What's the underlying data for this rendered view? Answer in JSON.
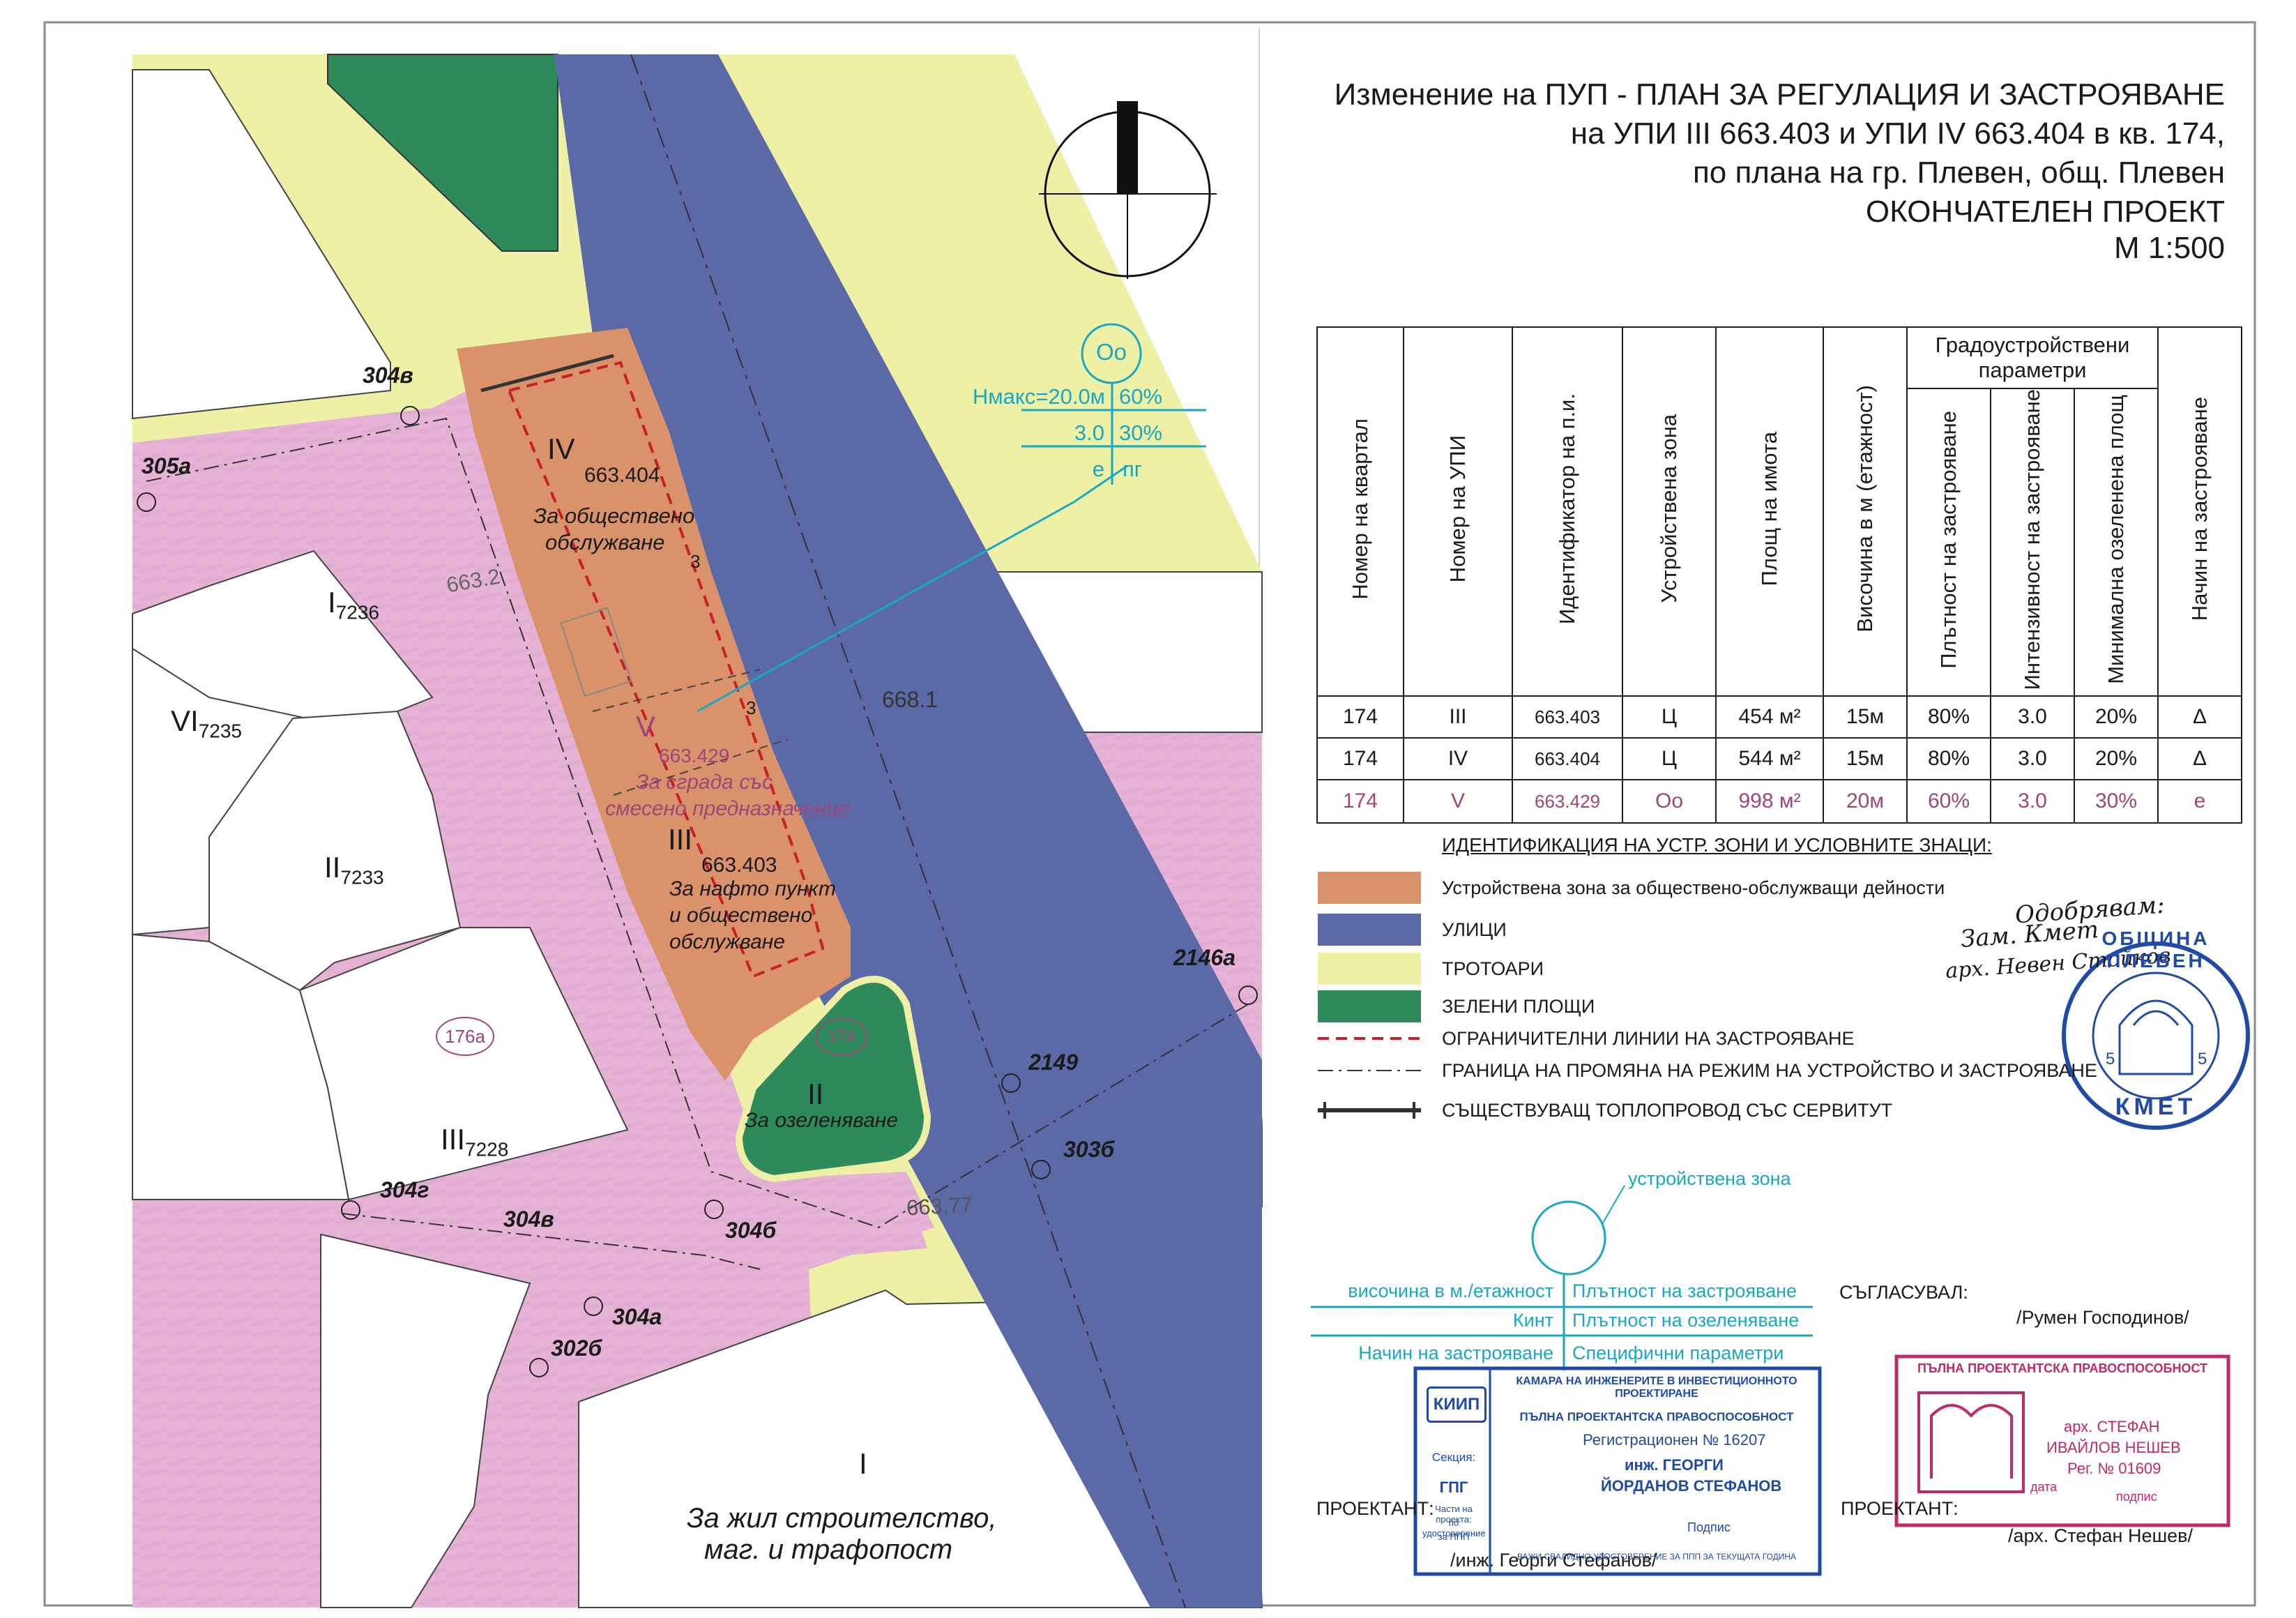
{
  "title": {
    "line1": "Изменение на ПУП - ПЛАН ЗА РЕГУЛАЦИЯ И ЗАСТРОЯВАНЕ",
    "line2": "на УПИ III 663.403 и  УПИ IV 663.404 в кв. 174,",
    "line3": "по плана на гр. Плевен, общ. Плевен",
    "line4": "ОКОНЧАТЕЛЕН ПРОЕКТ",
    "line5": "М 1:500"
  },
  "table": {
    "headers": {
      "kvartal": "Номер на квартал",
      "upi": "Номер на УПИ",
      "identifier": "Идентификатор на п.и.",
      "zone": "Устройствена зона",
      "area": "Площ на имота",
      "height": "Височина в м (етажност)",
      "group": "Градоустройствени параметри",
      "density": "Плътност на застрояване",
      "intensity": "Интензивност на застрояване",
      "green": "Минимална озеленена площ",
      "mode": "Начин на застрояване"
    },
    "rows": [
      {
        "kvartal": "174",
        "upi": "III",
        "id": "663.403",
        "zone": "Ц",
        "area": "454 м²",
        "height": "15м",
        "density": "80%",
        "intensity": "3.0",
        "green": "20%",
        "mode": "Δ"
      },
      {
        "kvartal": "174",
        "upi": "IV",
        "id": "663.404",
        "zone": "Ц",
        "area": "544 м²",
        "height": "15м",
        "density": "80%",
        "intensity": "3.0",
        "green": "20%",
        "mode": "Δ"
      },
      {
        "kvartal": "174",
        "upi": "V",
        "id": "663.429",
        "zone": "Оо",
        "area": "998 м²",
        "height": "20м",
        "density": "60%",
        "intensity": "3.0",
        "green": "30%",
        "mode": "е"
      }
    ]
  },
  "legend": {
    "heading": "ИДЕНТИФИКАЦИЯ НА УСТР. ЗОНИ И УСЛОВНИТЕ ЗНАЦИ:",
    "items": [
      {
        "label": "Устройствена зона за обществено-обслужващи дейности",
        "color": "#d9926a"
      },
      {
        "label": "УЛИЦИ",
        "color": "#5b6aa6"
      },
      {
        "label": "ТРОТОАРИ",
        "color": "#eef0a6"
      },
      {
        "label": "ЗЕЛЕНИ ПЛОЩИ",
        "color": "#2e8a5a"
      },
      {
        "label": "ОГРАНИЧИТЕЛНИ ЛИНИИ НА ЗАСТРОЯВАНЕ"
      },
      {
        "label": "ГРАНИЦА НА ПРОМЯНА НА РЕЖИМ НА УСТРОЙСТВО И ЗАСТРОЯВАНЕ"
      },
      {
        "label": "СЪЩЕСТВУВАЩ ТОПЛОПРОВОД СЪС СЕРВИТУТ"
      }
    ]
  },
  "zone_box": {
    "code": "Оо",
    "hmax": "Нмакс=20.0м",
    "density": "60%",
    "kint": "3.0",
    "green": "30%",
    "mode": "е",
    "specific": "пг"
  },
  "zone_key": {
    "zone": "устройствена зона",
    "height": "височина в м./етажност",
    "density": "Плътност на застрояване",
    "kint": "Кинт",
    "green": "Плътност на озеленяване",
    "mode": "Начин на застрояване",
    "specific": "Специфични параметри"
  },
  "map": {
    "plot_iv": {
      "num": "IV",
      "id": "663.404",
      "purpose1": "За обществено",
      "purpose2": "обслужване"
    },
    "plot_v": {
      "num": "V",
      "id": "663.429",
      "purpose1": "За сграда със",
      "purpose2": "смесено предназначение"
    },
    "plot_iii": {
      "num": "III",
      "id": "663.403",
      "purpose1": "За нафто пункт",
      "purpose2": "и обществено",
      "purpose3": "обслужване"
    },
    "plot_ii_green": {
      "num": "II",
      "purpose": "За озеленяване",
      "block": "174"
    },
    "plot_i": {
      "num": "I",
      "purpose1": "За жил строителство,",
      "purpose2": "маг. и трафопост"
    },
    "neighbours": [
      {
        "num": "I",
        "sub": "7236"
      },
      {
        "num": "VI",
        "sub": "7235"
      },
      {
        "num": "II",
        "sub": "7233"
      },
      {
        "num": "III",
        "sub": "7228"
      }
    ],
    "block_176a": "176а",
    "streets": {
      "s6632": "663.2",
      "s6681": "668.1",
      "s66377": "663.77"
    },
    "points": {
      "p304v_top": "304в",
      "p305a": "305а",
      "p2146a": "2146а",
      "p2149": "2149",
      "p303b": "303б",
      "p304b": "304б",
      "p304g": "304г",
      "p304v": "304в",
      "p304a": "304а",
      "p302b": "302б"
    },
    "setback": "3"
  },
  "approval": {
    "agreed": "СЪГЛАСУВАЛ:",
    "agreed_name": "/Румен Господинов/",
    "designer_label": "ПРОЕКТАНТ:",
    "designer1_name": "/инж. Георги Стефанов/",
    "designer2_label": "ПРОЕКТАНТ:",
    "designer2_name": "/арх. Стефан Нешев/",
    "approve_hw1": "Одобрявам:",
    "approve_hw2": "Зам. Кмет",
    "approve_hw3": "арх. Невен Стойков"
  },
  "stamp_kiip": {
    "logo": "КИИП",
    "line1": "КАМАРА НА ИНЖЕНЕРИТЕ В ИНВЕСТИЦИОННОТО ПРОЕКТИРАНЕ",
    "line2": "ПЪЛНА ПРОЕКТАНТСКА ПРАВОСПОСОБНОСТ",
    "reg": "Регистрационен № 16207",
    "section_label": "Секция:",
    "section": "ГПГ",
    "name1": "инж. ГЕОРГИ",
    "name2": "ЙОРДАНОВ СТЕФАНОВ",
    "parts1": "Части на проекта:",
    "parts2": "по удостоверение",
    "parts3": "за ППП",
    "sign": "Подпис",
    "valid": "ВАЖИ СВАЛИДНО УДОСТОВЕРЕНИЕ ЗА ППП ЗА ТЕКУЩАТА ГОДИНА"
  },
  "stamp_arch": {
    "title": "ПЪЛНА ПРОЕКТАНТСКА ПРАВОСПОСОБНОСТ",
    "name1": "арх. СТЕФАН",
    "name2": "ИВАЙЛОВ НЕШЕВ",
    "reg": "Рег. № 01609",
    "date": "дата",
    "sign": "подпис"
  },
  "seal": {
    "top": "ОБЩИНА ПЛЕВЕН",
    "bottom": "КМЕТ",
    "n1": "5",
    "n2": "5"
  }
}
